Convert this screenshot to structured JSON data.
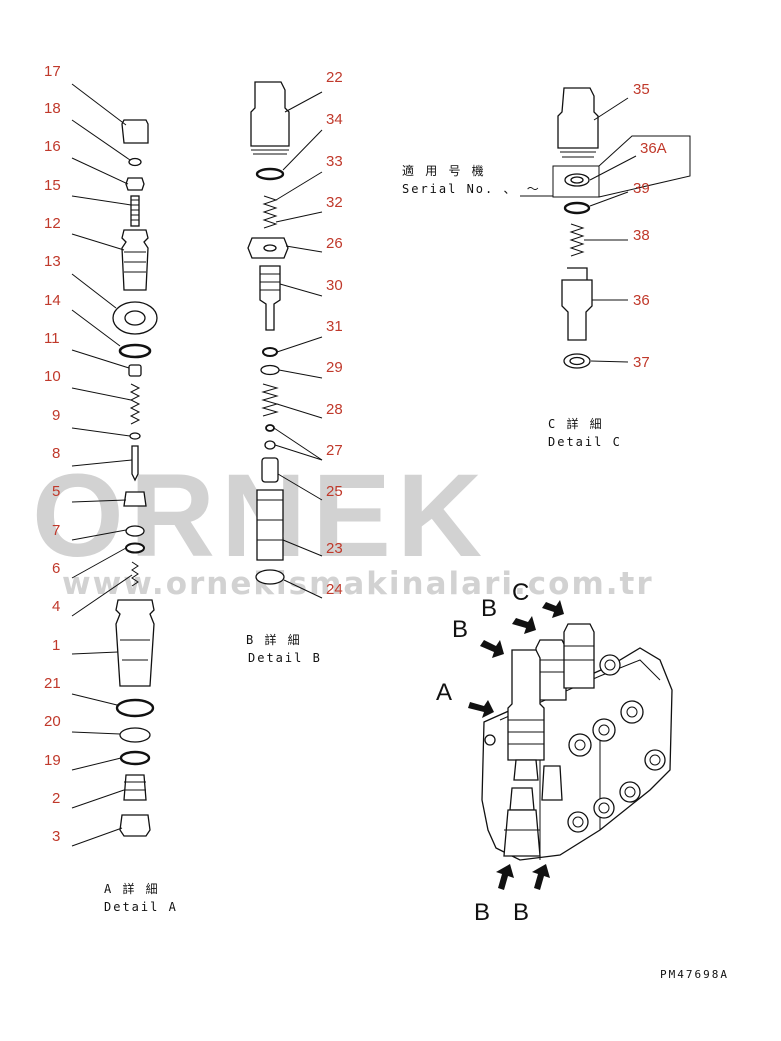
{
  "watermark": {
    "brand": "ORNEK",
    "url": "www.orneki̇smaki̇nalari.com.tr"
  },
  "detail_a": {
    "labels": [
      "17",
      "18",
      "16",
      "15",
      "12",
      "13",
      "14",
      "11",
      "10",
      "9",
      "8",
      "5",
      "7",
      "6",
      "4",
      "1",
      "21",
      "20",
      "19",
      "2",
      "3"
    ],
    "caption_jp": "A 詳 細",
    "caption_en": "Detail A"
  },
  "detail_b": {
    "labels": [
      "22",
      "34",
      "33",
      "32",
      "26",
      "30",
      "31",
      "29",
      "28",
      "27",
      "25",
      "23",
      "24"
    ],
    "caption_jp": "B 詳 細",
    "caption_en": "Detail B"
  },
  "detail_c": {
    "labels": [
      "35",
      "36A",
      "39",
      "38",
      "36",
      "37"
    ],
    "serial_jp": "適 用 号 機",
    "serial_en": "Serial No. 、 ～",
    "caption_jp": "C 詳 細",
    "caption_en": "Detail C"
  },
  "assembly": {
    "arrow_labels": [
      "A",
      "B",
      "C",
      "B",
      "B",
      "B"
    ]
  },
  "drawing_code": "PM47698A"
}
